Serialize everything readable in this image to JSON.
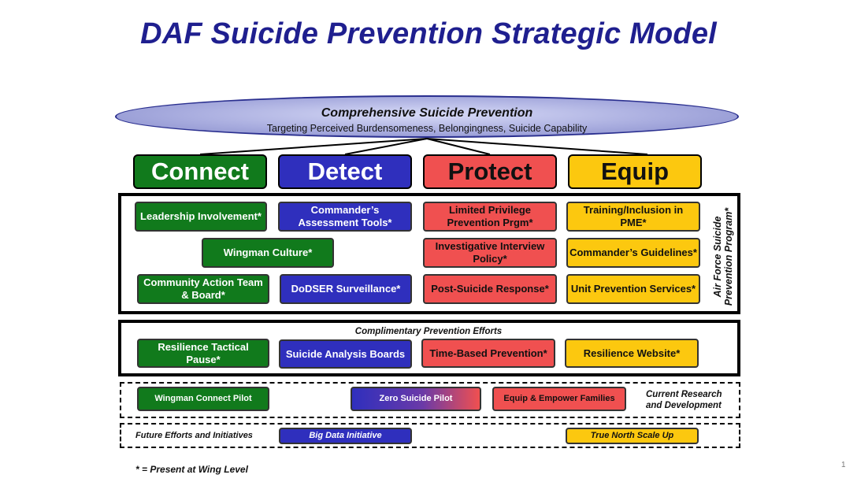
{
  "title": "DAF Suicide Prevention Strategic Model",
  "umbrella": {
    "title": "Comprehensive Suicide Prevention",
    "subtitle": "Targeting Perceived Burdensomeness, Belongingness, Suicide Capability"
  },
  "pillars": {
    "connect": "Connect",
    "detect": "Detect",
    "protect": "Protect",
    "equip": "Equip"
  },
  "colors": {
    "connect": "#117a1c",
    "detect": "#2f2fbd",
    "protect": "#f05050",
    "equip": "#fcc80f",
    "title": "#1f1f8f"
  },
  "program": {
    "side_label_line1": "Air Force Suicide",
    "side_label_line2": "Prevention Program*",
    "connect": [
      "Leadership Involvement*",
      "Wingman Culture*",
      "Community Action Team & Board*"
    ],
    "detect": [
      "Commander’s Assessment Tools*",
      "DoDSER Surveillance*"
    ],
    "protect": [
      "Limited Privilege Prevention Prgm*",
      "Investigative Interview Policy*",
      "Post-Suicide Response*"
    ],
    "equip": [
      "Training/Inclusion in PME*",
      "Commander’s Guidelines*",
      "Unit Prevention Services*"
    ]
  },
  "complementary": {
    "label": "Complimentary Prevention Efforts",
    "items": [
      "Resilience Tactical Pause*",
      "Suicide Analysis Boards",
      "Time-Based Prevention*",
      "Resilience Website*"
    ]
  },
  "research": {
    "label_line1": "Current Research",
    "label_line2": "and Development",
    "items": [
      "Wingman Connect Pilot",
      "Zero Suicide Pilot",
      "Equip & Empower Families"
    ]
  },
  "future": {
    "label": "Future Efforts and Initiatives",
    "items": [
      "Big Data Initiative",
      "True North Scale Up"
    ]
  },
  "footnote": "* = Present at Wing Level",
  "page_number": "1"
}
